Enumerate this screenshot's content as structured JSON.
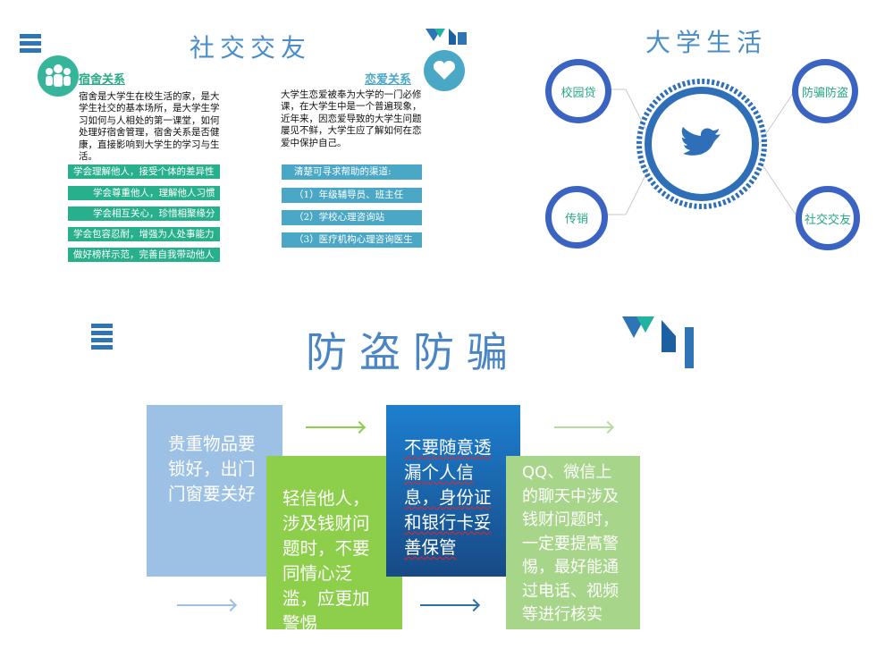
{
  "social": {
    "title": "社交交友",
    "dorm_heading": "宿舍关系",
    "dorm_text": "宿舍是大学生在校生活的家，是大学生社交的基本场所，是大学生学习如何与人相处的第一课堂，如何处理好宿舍管理，宿舍关系是否健康，直接影响到大学生的学习与生活。",
    "dorm_tips": [
      "学会理解他人，接受个体的差异性",
      "学会尊重他人，理解他人习惯",
      "学会相互关心，珍惜相聚缘分",
      "学会包容忍耐，增强为人处事能力",
      "做好榜样示范，完善自我带动他人"
    ],
    "love_heading": "恋爱关系",
    "love_text": "大学生恋爱被奉为大学的一门必修课，在大学生中是一个普遍现象，近年来，因恋爱导致的大学生问题屡见不鲜，大学生应了解如何在恋爱中保护自己。",
    "love_help": [
      "清楚可寻求帮助的渠道:",
      "（1）年级辅导员、班主任",
      "（2）学校心理咨询站",
      "（3）医疗机构心理咨询医生"
    ]
  },
  "life": {
    "title": "大学生活",
    "nodes": [
      "校园贷",
      "防骗防盗",
      "传销",
      "社交交友"
    ]
  },
  "theft": {
    "title": "防盗防骗",
    "boxes": [
      "贵重物品要锁好，出门门窗要关好",
      "轻信他人，涉及钱财问题时，不要同情心泛滥，应更加警惕",
      "不要随意透漏个人信息，身份证和银行卡妥善保管",
      "QQ、微信上的聊天中涉及钱财问题时，一定要提高警惕，最好能通过电话、视频等进行核实"
    ]
  },
  "colors": {
    "accent": "#4a8ec9",
    "green": "#27b08b",
    "ring": "#3b63c2",
    "teal": "#4aa7c6",
    "twitter": "#2e6fb7"
  },
  "icons": [
    "menu-icon",
    "people-icon",
    "heart-icon",
    "twitter-bird-icon",
    "logo-icon"
  ]
}
